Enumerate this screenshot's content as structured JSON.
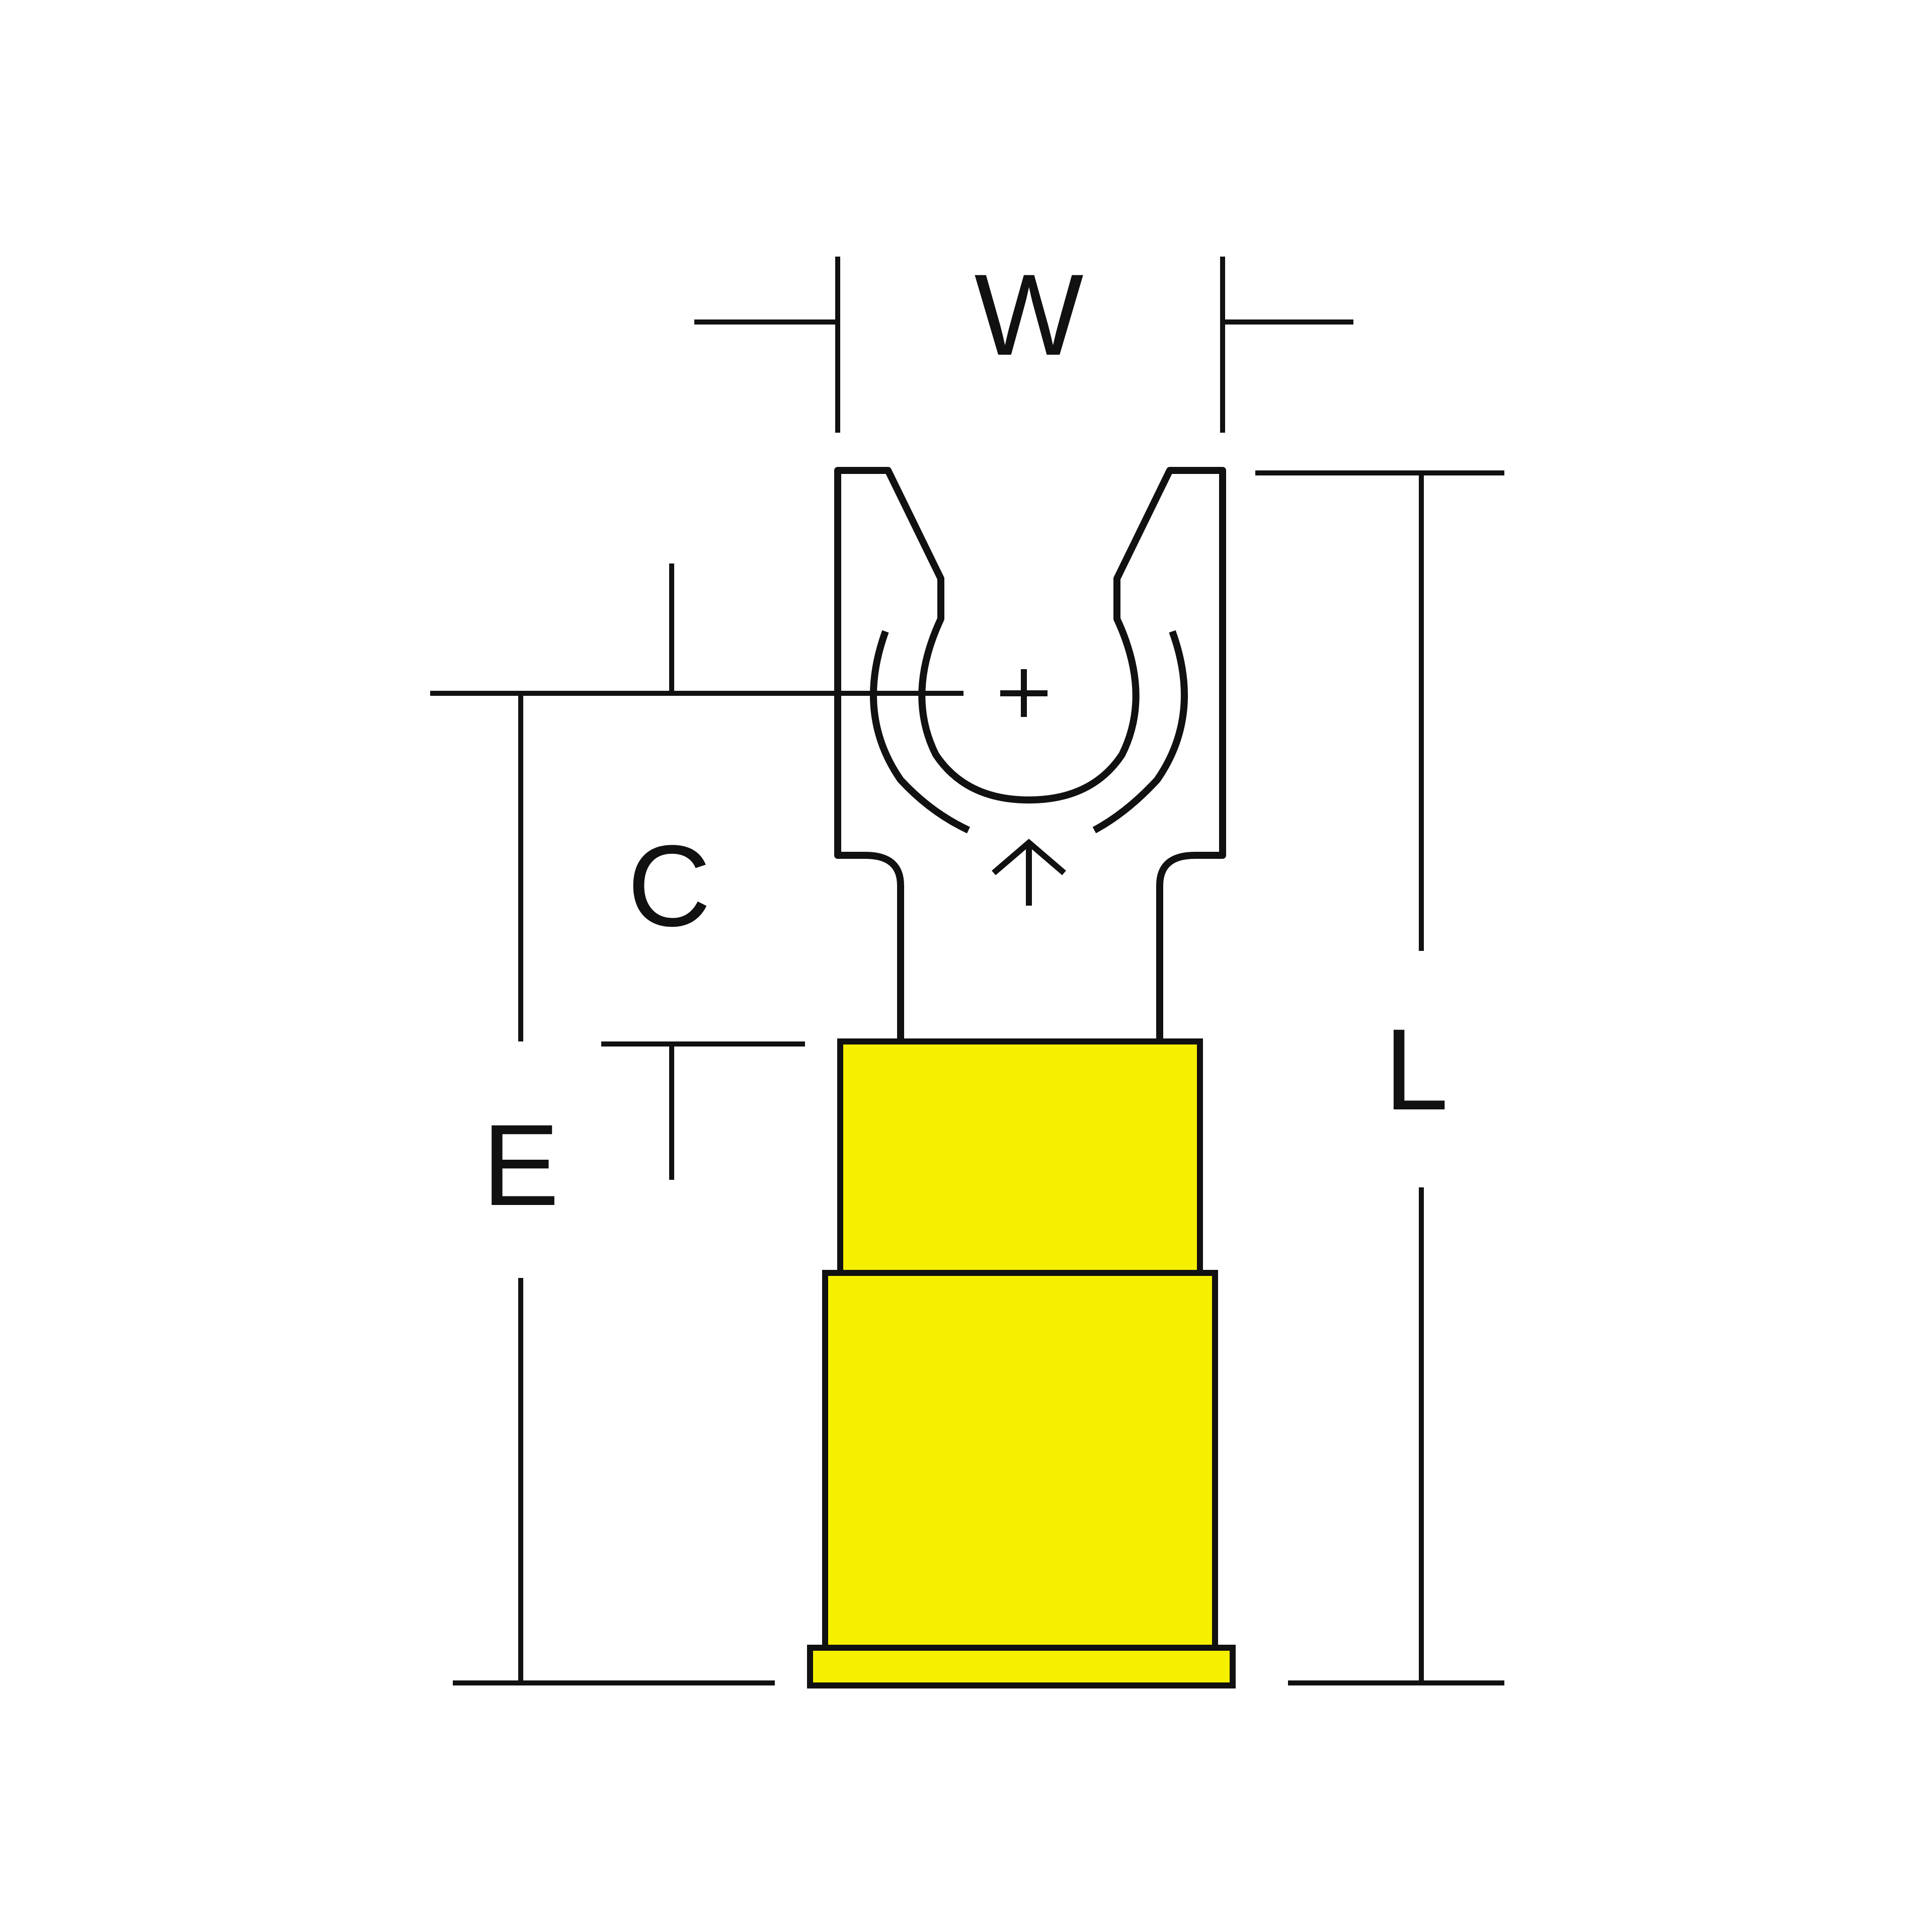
{
  "colors": {
    "background": "#ffffff",
    "line": "#111111",
    "insulation": "#f5f000"
  },
  "labels": {
    "width": "W",
    "center_to_barrel": "C",
    "center_to_end": "E",
    "length": "L"
  }
}
